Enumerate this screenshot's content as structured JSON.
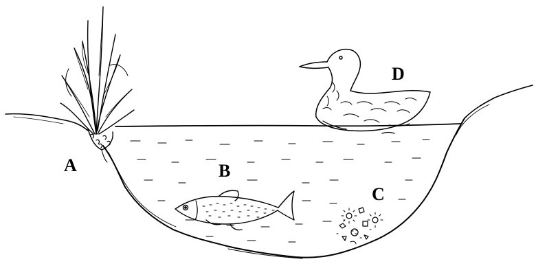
{
  "labels": {
    "a": "A",
    "b": "B",
    "c": "C",
    "d": "D"
  },
  "colors": {
    "ink": "#000000",
    "paper": "#ffffff"
  },
  "icons": [
    "plant-icon",
    "fish-icon",
    "duck-icon",
    "sediment-icon"
  ]
}
